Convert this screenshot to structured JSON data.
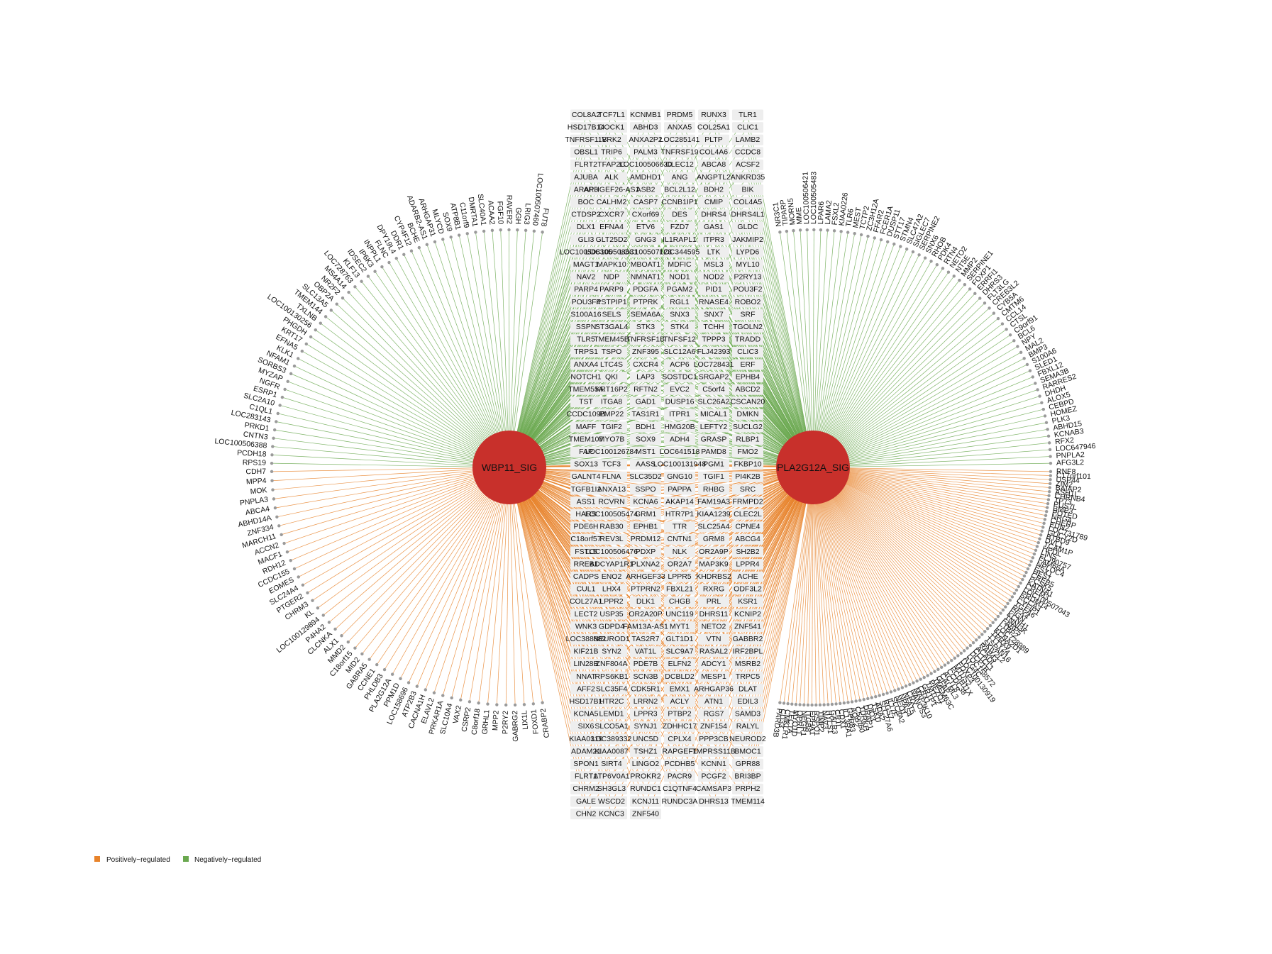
{
  "diagram": {
    "type": "network",
    "hubs": [
      {
        "label": "WBP11_SIG"
      },
      {
        "label": "PLA2G12A_SIG"
      }
    ],
    "colors": {
      "hub": "#c8302b",
      "positive": "#e8832a",
      "negative": "#6aa84f",
      "center_box": "#eeeeee"
    },
    "legend": [
      {
        "label": "Positively−regulated",
        "color": "#e8832a"
      },
      {
        "label": "Negatively−regulated",
        "color": "#6aa84f"
      }
    ],
    "left_negative": [
      "FUT8",
      "LOC100507460",
      "LRIG3",
      "GGH",
      "RAVER2",
      "FGF10",
      "ACAA2",
      "SLC40A1",
      "DMRTA1",
      "C11orf9",
      "ATP8B1",
      "SOX9",
      "MLYCD",
      "ARHGAP31",
      "ADARB2-AS1",
      "BCHE",
      "CYP4F12",
      "DDR1",
      "DPY19L4",
      "FLNC",
      "INPPL1",
      "IP6K3",
      "IDSEC2",
      "KLF13",
      "LOC728763",
      "MS4A14",
      "NR2F2",
      "OBP2A",
      "SLC13A5",
      "TMEM144",
      "TXLNB",
      "LOC100130256",
      "PHGDH",
      "KRT17",
      "EFNA5",
      "KLK1",
      "NFAM1",
      "SORBS3",
      "MYZAP",
      "NGFR",
      "ESRP1",
      "SLC2A10",
      "C1QL1",
      "LOC283143",
      "PRKD1",
      "CNTN3",
      "LOC100506388",
      "PCDH18",
      "RPS19"
    ],
    "left_positive": [
      "CDH7",
      "MPP4",
      "MOK",
      "PNPLA3",
      "ABCA4",
      "ABHD14A",
      "ZNF334",
      "MARCH11",
      "ACCN2",
      "MACF1",
      "RDH12",
      "CCDC155",
      "EOMES",
      "SLC24A4",
      "PTGER2",
      "CHRM3",
      "KL",
      "LOC100129894",
      "P4HA2",
      "CLCNKA",
      "ALX1",
      "MMD2",
      "C18orf15",
      "MID2",
      "GABRA5",
      "CCNE1",
      "PHLDB3",
      "PLA2G12A",
      "PPM1D",
      "LOC158696",
      "ATP2B3",
      "CACNA1H",
      "ELAVL2",
      "PRKAR1A",
      "SLC10A4",
      "VAX2",
      "CSRP2",
      "C8orf18",
      "GRHL1",
      "MPP2",
      "P2RY2",
      "GABRG2",
      "LIX1L",
      "FOXD1",
      "CRABP2"
    ],
    "right_negative": [
      "NR3C1",
      "TIPARP",
      "MORN5",
      "MME",
      "LOC100506421",
      "LOC100505483",
      "LPAR6",
      "LAMA2",
      "FSXL2",
      "KIAA0226",
      "TLR6",
      "MEST",
      "TCTP2",
      "ZC3H12A",
      "FFAR2",
      "FCER1A",
      "DUSP11",
      "STT17",
      "STMN4",
      "SLC47A2",
      "SIGLEC7",
      "SERPINE2",
      "SNX6",
      "RHOB",
      "PDK4",
      "RTN4",
      "NETO2",
      "NT5E",
      "MMP2",
      "SERPINE1",
      "FOXP1",
      "ERRFI1",
      "DHRS3",
      "FLT3LG",
      "CREB3L2",
      "CYB5A",
      "CMTM6",
      "CCL14",
      "CTSL",
      "C9orf91",
      "BCL6",
      "NPY",
      "MAL2",
      "BMP3",
      "S100A6",
      "SLED1",
      "FBXL12",
      "SEMA3B",
      "RARRES2",
      "DHDH",
      "ALOX5",
      "CEBPD",
      "HOMEZ",
      "PLK3",
      "ABHD15",
      "KCNAB3",
      "RFX2",
      "LOC647946",
      "PNPLA2",
      "AFG3L2"
    ],
    "right_positive": [
      "RNF8",
      "C17orf101",
      "USP44",
      "ZIM2",
      "BAIAP2",
      "ASH1L",
      "CHRNB4",
      "TP73",
      "PUS7L",
      "BMP3",
      "POTED",
      "NRG4",
      "CHERP",
      "EDN2",
      "LOC731789",
      "GUCY2D",
      "BTBD9",
      "DVL1",
      "TCAM1P",
      "HPDL",
      "LINS",
      "FLJ90757",
      "FAM66A",
      "NPLOC4",
      "ESX1",
      "HES1",
      "CREB5",
      "PCSK5",
      "KATNA1",
      "CREM3",
      "LOC100507043",
      "PRDM14",
      "PCCA3",
      "CYFIP1",
      "TGFA6",
      "RFX4",
      "FIGN",
      "KCNH1",
      "TNNI3K",
      "FABP5",
      "LTBP2",
      "LOC728989",
      "KCNA2D1",
      "TPRX9",
      "TTTY24",
      "TSPAN16",
      "SKIV2L2",
      "RAB43",
      "ACADL",
      "CLTCL1",
      "DCP1B",
      "LOC158572",
      "ATG4C",
      "LOC100130919",
      "FOXP3",
      "MTUS2",
      "PCDH11X",
      "CCDC38",
      "ACTL8",
      "CALML3",
      "GFAP",
      "TMEM63C",
      "PIEZO1",
      "TMTC2",
      "GRTP1",
      "CBX1",
      "MAP3K10",
      "NANOS3",
      "CRX",
      "NFAT5",
      "NPAS4",
      "NEO1",
      "SLC8A2",
      "IL17F",
      "RGS7",
      "SLC27A6",
      "ADA2",
      "TSKU",
      "DIO3",
      "DRAP1",
      "TDRKH",
      "C5orf60",
      "AQP2",
      "GPR83",
      "IL13RA1",
      "CDX1",
      "CR1L",
      "GALR3",
      "HYLS1",
      "NAV3",
      "TIMP2",
      "RSPO1",
      "EPHA1",
      "ITGB8",
      "NEGR1",
      "OPRL1",
      "MYO1D",
      "TECTA",
      "CMKLR1",
      "CD33",
      "PARD3B"
    ],
    "center_negative_rows": [
      [
        "COL8A2",
        "TCF7L1",
        "KCNMB1",
        "PRDM5",
        "RUNX3",
        "TLR1"
      ],
      [
        "HSD17B14",
        "DOCK1",
        "ABHD3",
        "ANXA5",
        "COL25A1",
        "CLIC1"
      ],
      [
        "TNFRSF11B",
        "VRK2",
        "ANXA2P2",
        "LOC285141",
        "PLTP",
        "LAMB2"
      ],
      [
        "OBSL1",
        "TRIP6",
        "PALM3",
        "TNFRSF19",
        "COL4A6",
        "CCDC8"
      ],
      [
        "FLRT2",
        "TFAP2C",
        "LOC100506630",
        "CLEC12",
        "ABCA8",
        "ACSF2"
      ],
      [
        "AJUBA",
        "ALK",
        "AMDHD1",
        "ANG",
        "ANGPTL2",
        "ANKRD35"
      ],
      [
        "ARAP3",
        "ARHGEF26-AS1",
        "ASB2",
        "BCL2L12",
        "BDH2",
        "BIK"
      ],
      [
        "BOC",
        "CALHM2",
        "CASP7",
        "CCNB1IP1",
        "CMIP",
        "COL4A5"
      ],
      [
        "CTDSP2",
        "CXCR7",
        "CXorf69",
        "DES",
        "DHRS4",
        "DHRS4L1"
      ],
      [
        "DLX1",
        "EFNA4",
        "ETV6",
        "FZD7",
        "GAS1",
        "GLDC"
      ],
      [
        "GLI3",
        "GLT25D2",
        "GNG3",
        "IL1RAPL1",
        "ITPR3",
        "JAKMIP2"
      ],
      [
        "LOC100506305",
        "LOC100508631",
        "LOC100507123",
        "LOC344595",
        "LTK",
        "LYPD6"
      ],
      [
        "MAGT1",
        "MAPK10",
        "MBOAT1",
        "MDFIC",
        "MSL3",
        "MYL10"
      ],
      [
        "NAV2",
        "NDP",
        "NMNAT1",
        "NOD1",
        "NOD2",
        "P2RY13"
      ],
      [
        "PARP4",
        "PARP9",
        "PDGFA",
        "PGAM2",
        "PID1",
        "POU3F2"
      ],
      [
        "POU3F4",
        "PSTPIP1",
        "PTPRK",
        "RGL1",
        "RNASE4",
        "ROBO2"
      ],
      [
        "S100A16",
        "SELS",
        "SEMA6A",
        "SNX3",
        "SNX7",
        "SRF"
      ],
      [
        "SSPN",
        "ST3GAL4",
        "STK3",
        "STK4",
        "TCHH",
        "TGOLN2"
      ],
      [
        "TLR5",
        "TMEM45B",
        "TNFRSF1B",
        "TNFSF12",
        "TPPP3",
        "TRADD"
      ],
      [
        "TRPS1",
        "TSPO",
        "ZNF395",
        "SLC12A6",
        "FLJ42393",
        "CLIC3"
      ],
      [
        "ANXA4",
        "LTC4S",
        "CXCR4",
        "ACP6",
        "LOC728431",
        "ERF"
      ],
      [
        "NOTCH1",
        "QKI",
        "LAP3",
        "SOSTDC1",
        "SRGAP2",
        "EPHB4"
      ],
      [
        "TMEM55A",
        "KRT16P2",
        "RFTN2",
        "EVC2",
        "C5orf4",
        "ABCD2"
      ],
      [
        "TST",
        "ITGA8",
        "GAD1",
        "DUSP16",
        "SLC26A2",
        "CSCAN20"
      ],
      [
        "CCDC109B",
        "PMP22",
        "TAS1R1",
        "ITPR1",
        "MICAL1",
        "DMKN"
      ],
      [
        "MAFF",
        "TGIF2",
        "BDH1",
        "HMG20B",
        "LEFTY2",
        "SUCLG2"
      ],
      [
        "TMEM107",
        "MYO7B",
        "SOX9",
        "ADH4",
        "GRASP",
        "RLBP1"
      ],
      [
        "FAP",
        "LOC100126784",
        "MST1",
        "LOC641518",
        "PAMD8",
        "FMO2"
      ]
    ],
    "center_positive_rows": [
      [
        "SOX13",
        "TCF3",
        "AASS",
        "LOC100131948",
        "PGM1",
        "FKBP10"
      ],
      [
        "GALNT4",
        "FLNA",
        "SLC35D2",
        "GNG10",
        "TGIF1",
        "PI4K2B"
      ],
      [
        "TGFB1I1",
        "ANXA13",
        "SSPO",
        "PAPPA",
        "RHBG",
        "SRC"
      ],
      [
        "ASS1",
        "RCVRN",
        "KCNA6",
        "AKAP14",
        "FAM19A3",
        "FRMPD2"
      ],
      [
        "HARS",
        "LOC100505474",
        "GRM1",
        "HTR7P1",
        "KIAA1239",
        "CLEC2L"
      ],
      [
        "PDE6H",
        "RAB30",
        "EPHB1",
        "TTR",
        "SLC25A4",
        "CPNE4"
      ],
      [
        "C18orf57",
        "REV3L",
        "PRDM12",
        "CNTN1",
        "GRM8",
        "ABCG4"
      ],
      [
        "FSTL5",
        "LOC100506476",
        "PDXP",
        "NLK",
        "OR2A9P",
        "SH2B2"
      ],
      [
        "RREB1",
        "ADCYAP1R1",
        "PLXNA2",
        "OR2A7",
        "MAP3K9",
        "LPPR4"
      ],
      [
        "CADPS",
        "ENO2",
        "ARHGEF33",
        "LPPR5",
        "KHDRBS2",
        "ACHE"
      ],
      [
        "CUL1",
        "LHX4",
        "PTPRN2",
        "FBXL21",
        "RXRG",
        "ODF3L2"
      ],
      [
        "COL27A1",
        "LPPR2",
        "DLK1",
        "CHGB",
        "PRL",
        "KSR1"
      ],
      [
        "LECT2",
        "USP35",
        "OR2A20P",
        "UNC119",
        "DHRS11",
        "KCNIP2"
      ],
      [
        "WNK3",
        "GDPD4",
        "FAM13A-AS1",
        "MYT1",
        "NETO2",
        "ZNF541"
      ],
      [
        "LOC388882",
        "NEUROD1",
        "TAS2R7",
        "GLT1D1",
        "VTN",
        "GABBR2"
      ],
      [
        "KIF21B",
        "SYN2",
        "VAT1L",
        "SLC9A7",
        "RASAL2",
        "IRF2BPL"
      ],
      [
        "LIN28B",
        "ZNF804A",
        "PDE7B",
        "ELFN2",
        "ADCY1",
        "MSRB2"
      ],
      [
        "NNAT",
        "RPS6KB1",
        "SCN3B",
        "DCBLD2",
        "MESP1",
        "TRPC5"
      ],
      [
        "AFF2",
        "SLC35F4",
        "CDK5R1",
        "EMX1",
        "ARHGAP36",
        "DLAT"
      ],
      [
        "HSD17B1",
        "HTR2C",
        "LRRN2",
        "ACLY",
        "ATN1",
        "EDIL3"
      ],
      [
        "KCNA5",
        "LEMD1",
        "LPPR3",
        "PTBP2",
        "RGS7",
        "SAMD3"
      ],
      [
        "SIX6",
        "SLCO5A1",
        "SYNJ1",
        "ZDHHC17",
        "ZNF154",
        "RALYL"
      ],
      [
        "KIAA0319",
        "LOC389332",
        "UNC5D",
        "CPLX4",
        "PPP3CB",
        "NEUROD2"
      ],
      [
        "ADAM21",
        "KIAA0087",
        "TSHZ1",
        "RAPGEF1",
        "TMPRSS11B",
        "BMOC1"
      ],
      [
        "SPON1",
        "SIRT4",
        "LINGO2",
        "PCDHB5",
        "KCNN1",
        "GPR88"
      ],
      [
        "FLRT1",
        "ATP6V0A1",
        "PROKR2",
        "PACR9",
        "PCGF2",
        "BRI3BP"
      ],
      [
        "CHRM2",
        "SH3GL3",
        "RUNDC1",
        "C1QTNF4",
        "CAMSAP3",
        "PRPH2"
      ],
      [
        "GALE",
        "WSCD2",
        "KCNJ11",
        "RUNDC3A",
        "DHRS13",
        "TMEM114"
      ],
      [
        "CHN2",
        "KCNC3",
        "ZNF540"
      ]
    ]
  }
}
